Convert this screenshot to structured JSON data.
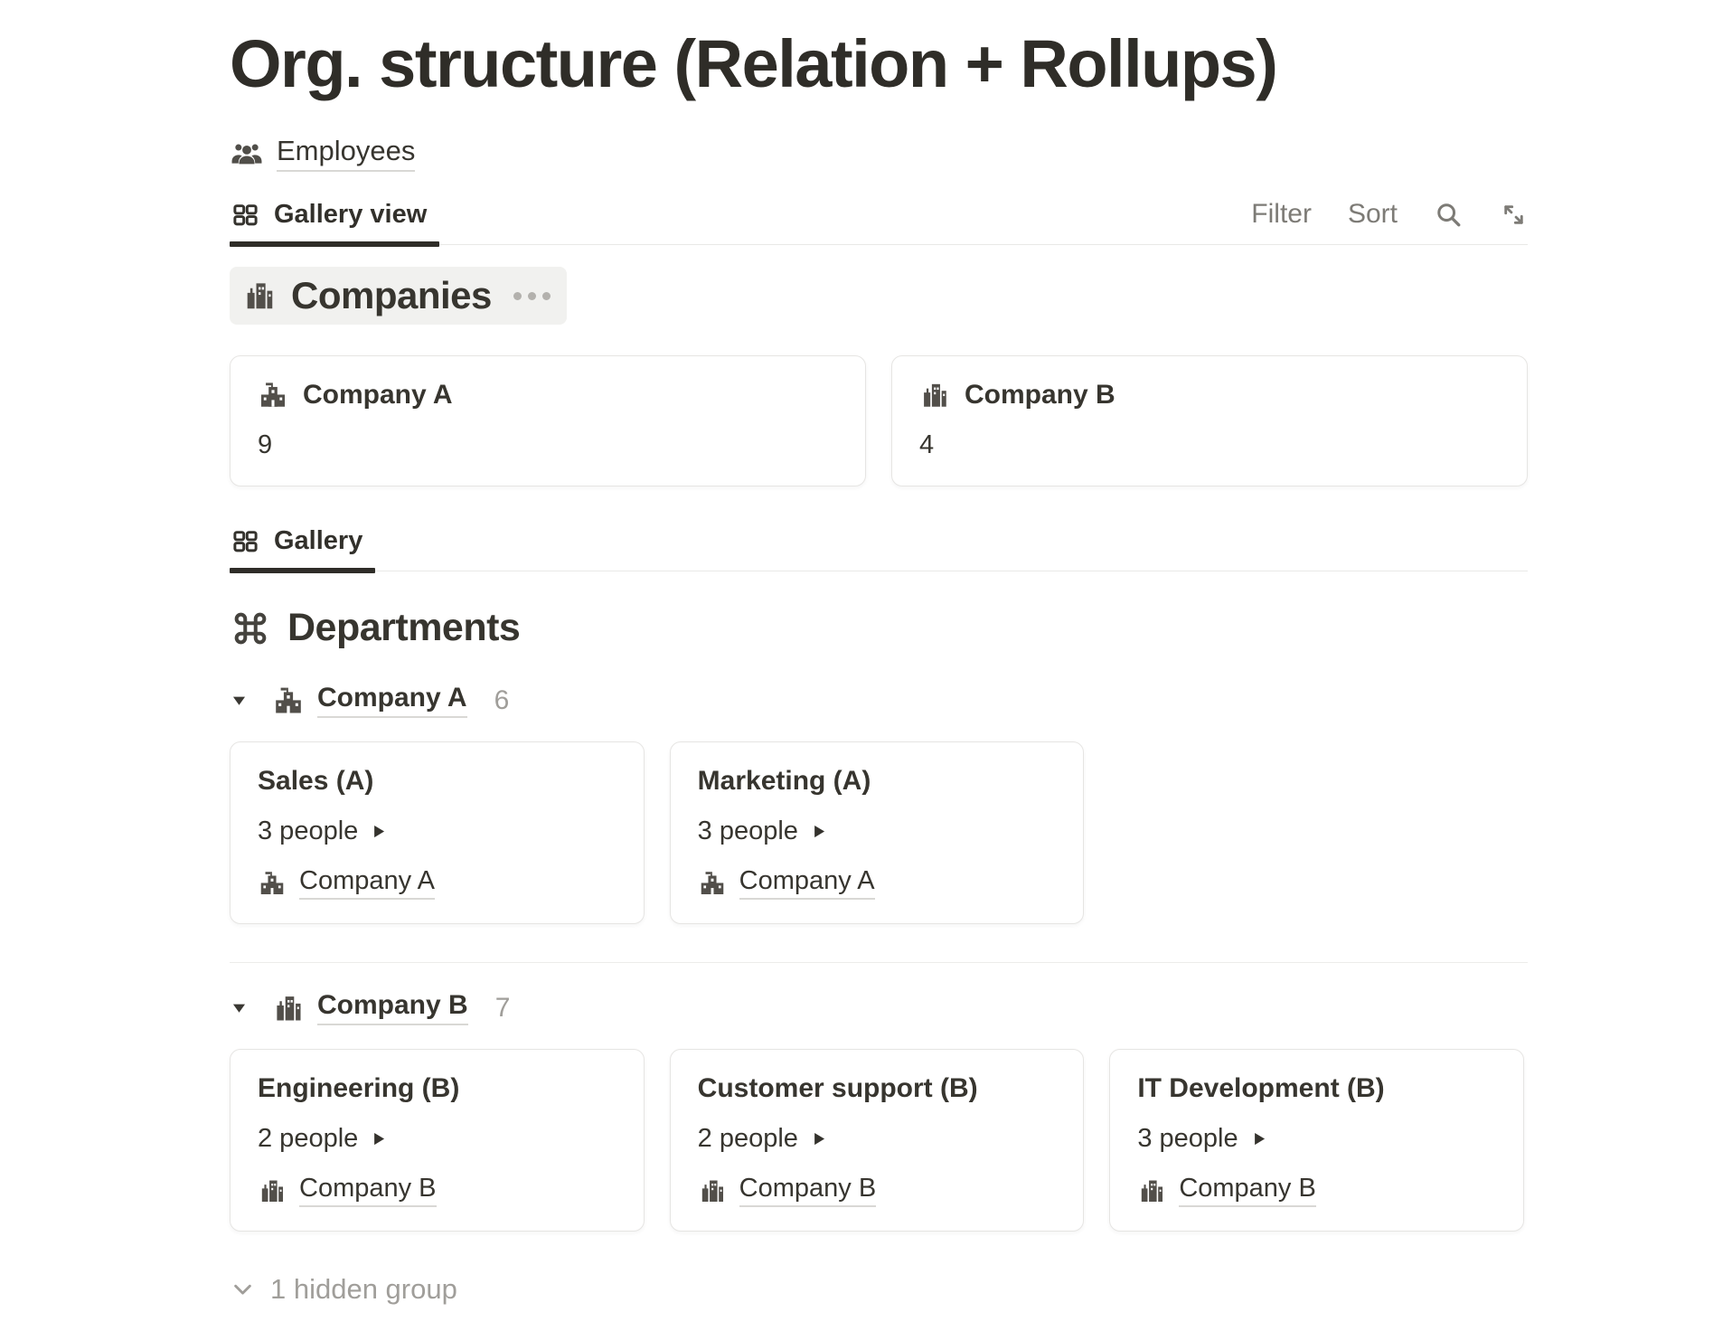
{
  "page": {
    "title": "Org. structure (Relation + Rollups)"
  },
  "nav": {
    "employees_label": "Employees"
  },
  "tabs": {
    "top": "Gallery view",
    "departments": "Gallery"
  },
  "toolbar": {
    "filter_label": "Filter",
    "sort_label": "Sort",
    "search_icon": "magnifier",
    "expand_icon": "diagonal-arrows"
  },
  "companies": {
    "header_label": "Companies",
    "more_icon": "ellipsis",
    "cards": [
      {
        "name": "Company A",
        "value": "9",
        "icon": "school-building"
      },
      {
        "name": "Company B",
        "value": "4",
        "icon": "city-buildings"
      }
    ]
  },
  "departments": {
    "header_label": "Departments",
    "header_icon": "command-symbol",
    "groups": [
      {
        "name": "Company A",
        "count": "6",
        "icon": "school-building",
        "cards": [
          {
            "title": "Sales (A)",
            "people": "3 people",
            "company": "Company A"
          },
          {
            "title": "Marketing (A)",
            "people": "3 people",
            "company": "Company A"
          }
        ]
      },
      {
        "name": "Company B",
        "count": "7",
        "icon": "city-buildings",
        "cards": [
          {
            "title": "Engineering (B)",
            "people": "2 people",
            "company": "Company B"
          },
          {
            "title": "Customer support (B)",
            "people": "2 people",
            "company": "Company B"
          },
          {
            "title": "IT Development (B)",
            "people": "3 people",
            "company": "Company B"
          }
        ]
      }
    ],
    "hidden_label": "1 hidden group"
  },
  "colors": {
    "text": "#37352f",
    "muted": "#a09e9a",
    "toolbar_gray": "#7d7b76",
    "chip_bg": "#f1f1ef",
    "card_border": "#e6e5e3",
    "tab_underline": "#2f2d28",
    "link_underline": "#d9d8d5"
  }
}
